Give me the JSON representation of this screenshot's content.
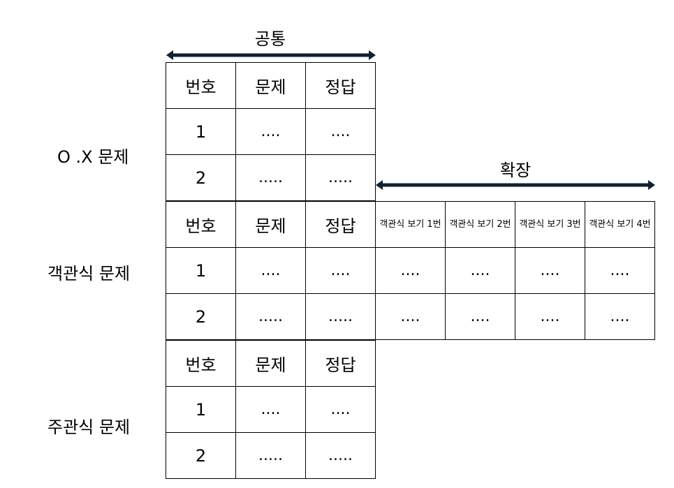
{
  "headers": {
    "common": "공통",
    "extension": "확장"
  },
  "colors": {
    "arrow": "#0f2233",
    "border": "#000000"
  },
  "sections": [
    {
      "label": "O .X 문제",
      "columns": [
        "번호",
        "문제",
        "정답"
      ],
      "rows": [
        [
          "1",
          "....",
          "...."
        ],
        [
          "2",
          ".....",
          "....."
        ]
      ]
    },
    {
      "label": "객관식 문제",
      "columns": [
        "번호",
        "문제",
        "정답",
        "객관식 보기 1번",
        "객관식 보기 2번",
        "객관식 보기 3번",
        "객관식 보기 4번"
      ],
      "rows": [
        [
          "1",
          "....",
          "....",
          "....",
          "....",
          "....",
          "...."
        ],
        [
          "2",
          ".....",
          ".....",
          "....",
          "....",
          "....",
          "...."
        ]
      ]
    },
    {
      "label": "주관식 문제",
      "columns": [
        "번호",
        "문제",
        "정답"
      ],
      "rows": [
        [
          "1",
          "....",
          "...."
        ],
        [
          "2",
          ".....",
          "....."
        ]
      ]
    }
  ]
}
